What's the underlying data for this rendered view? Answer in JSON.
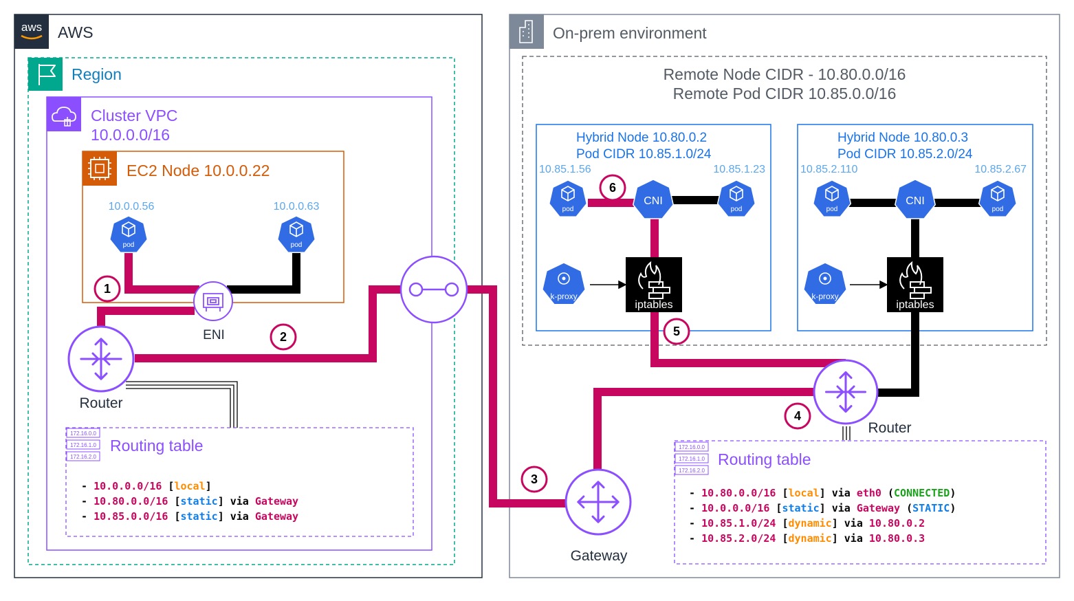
{
  "aws": {
    "logo_text": "aws",
    "title": "AWS",
    "region": "Region",
    "vpc_line1": "Cluster VPC",
    "vpc_line2": "10.0.0.0/16",
    "ec2_title": "EC2 Node 10.0.0.22",
    "pod1_ip": "10.0.0.56",
    "pod2_ip": "10.0.0.63",
    "pod_label": "pod",
    "eni_label": "ENI",
    "router_label": "Router",
    "routing_title": "Routing table",
    "routes": [
      {
        "dash": "- ",
        "cidr": "10.0.0.0/16",
        "type": "local",
        "via": "",
        "target": ""
      },
      {
        "dash": "- ",
        "cidr": "10.80.0.0/16",
        "type": "static",
        "via": " via ",
        "target": "Gateway"
      },
      {
        "dash": "- ",
        "cidr": "10.85.0.0/16",
        "type": "static",
        "via": " via ",
        "target": "Gateway"
      }
    ]
  },
  "onprem": {
    "title": "On-prem environment",
    "remote_node_cidr": "Remote Node CIDR - 10.80.0.0/16",
    "remote_pod_cidr": "Remote Pod CIDR 10.85.0.0/16",
    "nodes": [
      {
        "line1": "Hybrid Node 10.80.0.2",
        "line2": "Pod CIDR 10.85.1.0/24",
        "ip_left": "10.85.1.56",
        "ip_right": "10.85.1.23"
      },
      {
        "line1": "Hybrid Node 10.80.0.3",
        "line2": "Pod CIDR 10.85.2.0/24",
        "ip_left": "10.85.2.110",
        "ip_right": "10.85.2.67"
      }
    ],
    "cni_label": "CNI",
    "kproxy_label": "k-proxy",
    "iptables_label": "iptables",
    "router_label": "Router",
    "gateway_label": "Gateway",
    "routing_title": "Routing table",
    "routes": [
      {
        "dash": "- ",
        "cidr": "10.80.0.0/16",
        "type": "local",
        "via": " via ",
        "target": "eth0",
        "extra": "CONNECTED"
      },
      {
        "dash": "- ",
        "cidr": "10.0.0.0/16",
        "type": "static",
        "via": " via ",
        "target": "Gateway",
        "extra": "STATIC"
      },
      {
        "dash": "- ",
        "cidr": "10.85.1.0/24",
        "type": "dynamic",
        "via": " via ",
        "target": "10.80.0.2",
        "extra": ""
      },
      {
        "dash": "- ",
        "cidr": "10.85.2.0/24",
        "type": "dynamic",
        "via": " via ",
        "target": "10.80.0.3",
        "extra": ""
      }
    ]
  },
  "table_icon_rows": [
    "172.16.0.0",
    "172.16.1.0",
    "172.16.2.0"
  ],
  "steps": [
    "1",
    "2",
    "3",
    "4",
    "5",
    "6"
  ],
  "colors": {
    "path": "#c7065f",
    "black": "#000000",
    "purple": "#8c4fff",
    "teal": "#01a88d",
    "orange": "#d45b07",
    "blue": "#1a73e8",
    "k8s_blue": "#326ce5",
    "ip_blue": "#5aa7ee",
    "gray": "#7d8998",
    "mono_orange": "#ff8c00",
    "mono_blue": "#0f7de8",
    "mono_green": "#1aa31a"
  }
}
